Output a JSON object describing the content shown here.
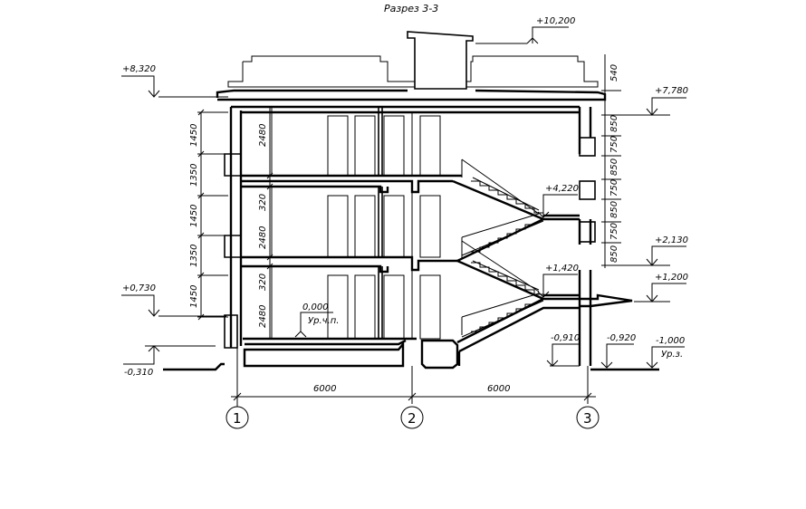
{
  "title": "Разрез 3-3",
  "elevations": {
    "roof_top": "+10,200",
    "parapet": "+8,320",
    "top_floor": "+7,780",
    "landing_upper": "+4,220",
    "level_2130": "+2,130",
    "landing_lower": "+1,420",
    "level_1200": "+1,200",
    "left_730": "+0,730",
    "zero": "0,000",
    "zero_caption": "Ур.ч.п.",
    "left_minus310": "-0,310",
    "minus910": "-0,910",
    "minus920": "-0,920",
    "minus1000": "-1,000",
    "ground_caption": "Ур.з."
  },
  "left_dims": [
    "1450",
    "1350",
    "1450",
    "1350",
    "1450"
  ],
  "inner_dims": [
    "2480",
    "320",
    "2480",
    "320",
    "2480"
  ],
  "right_dims": [
    "540",
    "850",
    "750",
    "850",
    "750",
    "850",
    "750",
    "850"
  ],
  "spans": [
    "6000",
    "6000"
  ],
  "axes": [
    "1",
    "2",
    "3"
  ]
}
